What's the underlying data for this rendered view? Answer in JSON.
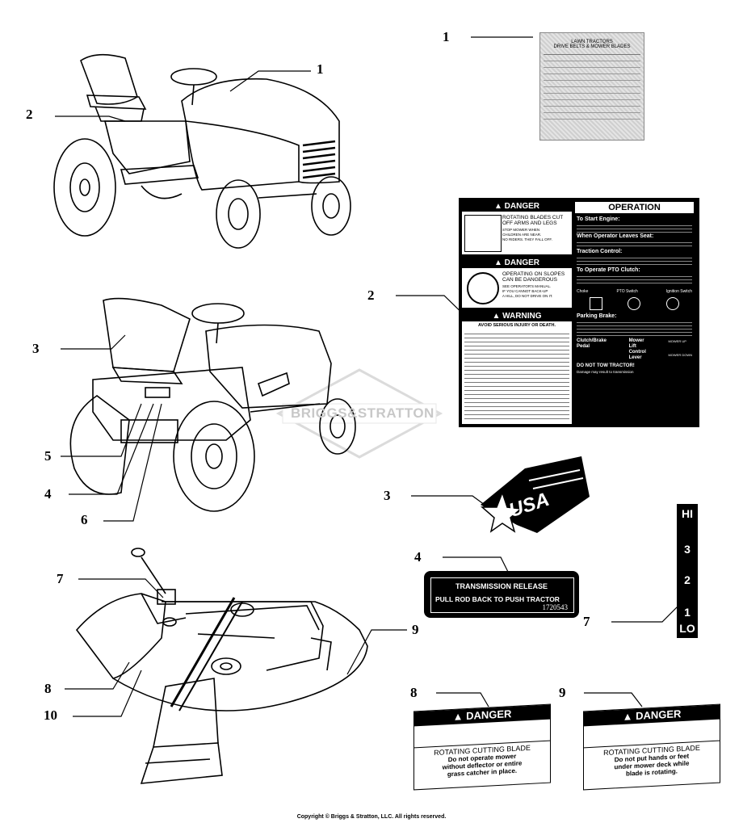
{
  "callouts": {
    "c1_top": "1",
    "c2_left": "2",
    "c3_left": "3",
    "c5": "5",
    "c4_left": "4",
    "c6": "6",
    "c7_left": "7",
    "c8_left": "8",
    "c10": "10",
    "c9_mid": "9",
    "c1_right": "1",
    "c2_right": "2",
    "c3_right": "3",
    "c4_right": "4",
    "c7_right": "7",
    "c8_right": "8",
    "c9_right": "9"
  },
  "decal1": {
    "title1": "LAWN TRACTORS",
    "title2": "DRIVE BELTS & MOWER BLADES"
  },
  "decal2": {
    "danger1_head": "DANGER",
    "danger1_text1": "ROTATING BLADES CUT",
    "danger1_text2": "OFF ARMS AND LEGS",
    "danger1_small1": "STOP MOWER WHEN",
    "danger1_small2": "CHILDREN ARE NEAR.",
    "danger1_small3": "NO RIDERS. THEY FALL OFF.",
    "danger2_head": "DANGER",
    "danger2_text1": "OPERATING ON SLOPES",
    "danger2_text2": "CAN BE DANGEROUS",
    "danger2_small1": "SEE OPERATOR'S MANUAL.",
    "danger2_small2": "IF YOU CANNOT BACK-UP",
    "danger2_small3": "A HILL, DO NOT DRIVE ON IT.",
    "warning_head": "WARNING",
    "warning_sub": "AVOID SERIOUS INJURY OR DEATH.",
    "op_head": "OPERATION",
    "start_head": "To Start Engine:",
    "leaves_head": "When Operator Leaves Seat:",
    "traction_head": "Traction Control:",
    "pto_head": "To Operate PTO Clutch:",
    "choke": "Choke",
    "pto_switch": "PTO Switch",
    "ignition": "Ignition Switch",
    "parking_head": "Parking Brake:",
    "clutch": "Clutch/Brake",
    "pedal": "Pedal",
    "mower": "Mower",
    "lift": "Lift",
    "control": "Control",
    "lever": "Lever",
    "mower_up": "MOWER UP",
    "mower_down": "MOWER DOWN",
    "tow": "DO NOT TOW TRACTOR!",
    "tow_sub": "Damage may result to transmission"
  },
  "decal3": {
    "text": "USA"
  },
  "decal4": {
    "line1": "TRANSMISSION RELEASE",
    "line2": "PULL ROD BACK TO PUSH TRACTOR",
    "part": "1720543"
  },
  "decal7": {
    "hi": "HI",
    "n3": "3",
    "n2": "2",
    "n1": "1",
    "lo": "LO"
  },
  "decal8": {
    "head": "DANGER",
    "l1": "ROTATING CUTTING BLADE",
    "l2": "Do not operate mower",
    "l3": "without deflector or entire",
    "l4": "grass catcher in place."
  },
  "decal9": {
    "head": "DANGER",
    "l1": "ROTATING CUTTING BLADE",
    "l2": "Do not put hands or feet",
    "l3": "under mower deck while",
    "l4": "blade is rotating."
  },
  "watermark": "BRIGGS&STRATTON",
  "copyright": "Copyright © Briggs & Stratton, LLC. All rights reserved."
}
